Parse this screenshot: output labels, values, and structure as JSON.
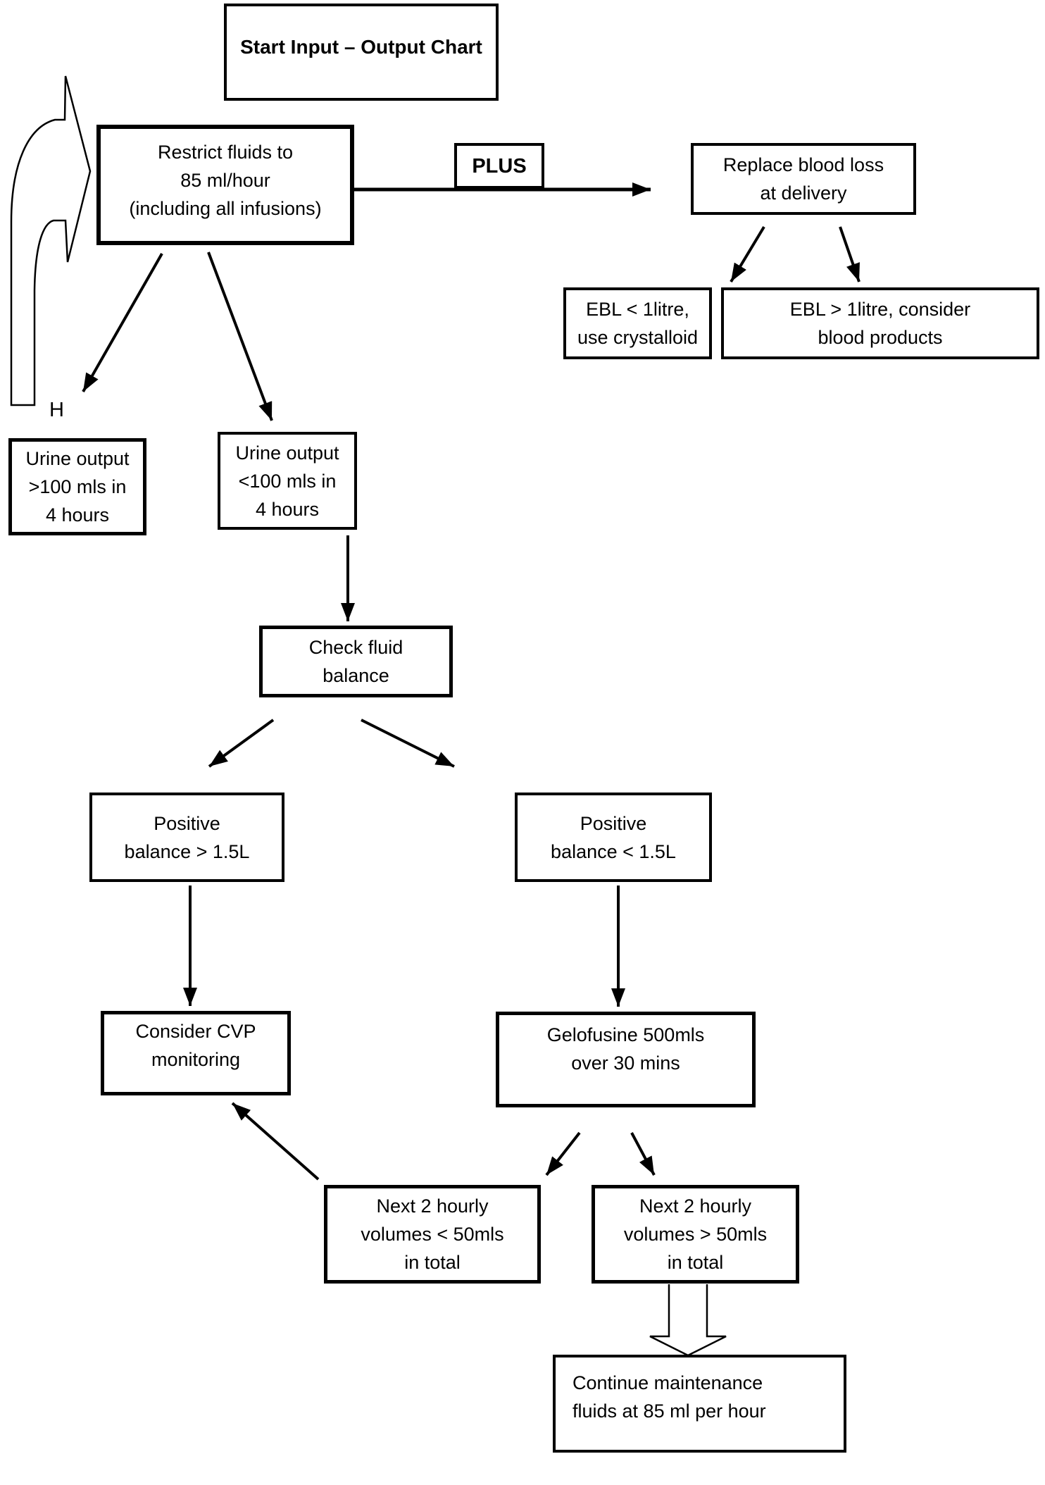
{
  "page": {
    "background_color": "#ffffff",
    "ink_color": "#000000",
    "kind": "clinical flowchart"
  },
  "nodes": {
    "title": {
      "lines": [
        "Start Input – Output Chart"
      ]
    },
    "restrict": {
      "lines": [
        "Restrict fluids to",
        "85 ml/hour",
        "(including all infusions)"
      ]
    },
    "plus": {
      "lines": [
        "PLUS"
      ]
    },
    "replace": {
      "lines": [
        "Replace blood loss",
        "at delivery"
      ]
    },
    "ebl_less": {
      "lines": [
        "EBL < 1litre,",
        "use crystalloid"
      ]
    },
    "ebl_more": {
      "lines": [
        "EBL > 1litre, consider",
        "blood products"
      ]
    },
    "h_label": {
      "lines": [
        "H"
      ]
    },
    "urine_more": {
      "lines": [
        "Urine output",
        ">100 mls in",
        "4 hours"
      ]
    },
    "urine_less": {
      "lines": [
        "Urine output",
        "<100 mls in",
        "4 hours"
      ]
    },
    "check": {
      "lines": [
        "Check fluid",
        "balance"
      ]
    },
    "pos_more": {
      "lines": [
        "Positive",
        "balance > 1.5L"
      ]
    },
    "pos_less": {
      "lines": [
        "Positive",
        "balance < 1.5L"
      ]
    },
    "cvp": {
      "lines": [
        "Consider CVP",
        "monitoring"
      ]
    },
    "gelofusine": {
      "lines": [
        "Gelofusine 500mls",
        "over 30 mins"
      ]
    },
    "next_less": {
      "lines": [
        "Next 2 hourly",
        "volumes < 50mls",
        "in total"
      ]
    },
    "next_more": {
      "lines": [
        "Next 2 hourly",
        "volumes > 50mls",
        "in total"
      ]
    },
    "continue": {
      "lines": [
        "Continue maintenance",
        "fluids at 85 ml per hour"
      ]
    }
  }
}
